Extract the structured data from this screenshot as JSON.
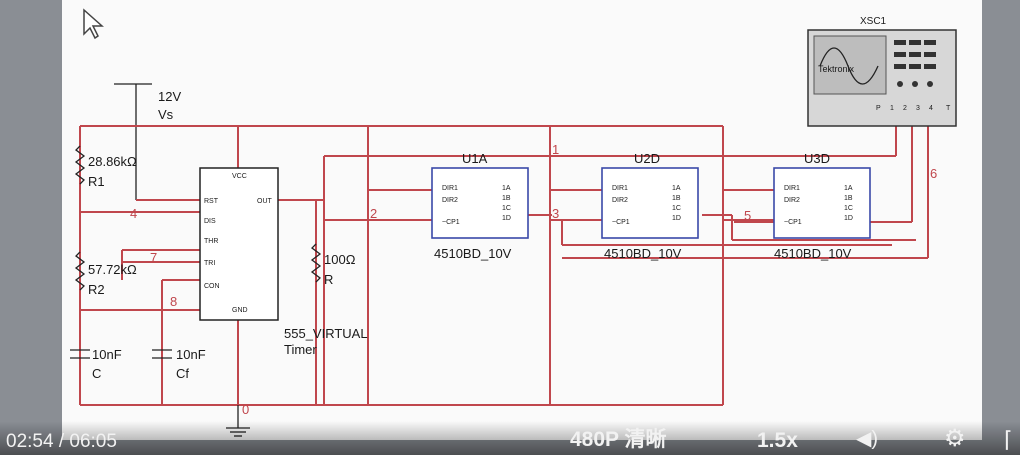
{
  "player": {
    "time_current": "02:54",
    "time_separator": "/",
    "time_total": "06:05",
    "quality": "480P 清晰",
    "speed": "1.5x"
  },
  "schematic": {
    "supply_value": "12V",
    "supply_name": "Vs",
    "r1_value": "28.86kΩ",
    "r1_name": "R1",
    "r2_value": "57.72kΩ",
    "r2_name": "R2",
    "r_value": "100Ω",
    "r_name": "R",
    "c_value": "10nF",
    "c_name": "C",
    "cf_value": "10nF",
    "cf_name": "Cf",
    "timer_name": "555_VIRTUAL",
    "timer_sub": "Timer",
    "timer_pins": {
      "vcc": "VCC",
      "rst": "RST",
      "dis": "DIS",
      "thr": "THR",
      "tri": "TRI",
      "con": "CON",
      "out": "OUT",
      "gnd": "GND"
    },
    "counters": [
      {
        "ref": "U1A",
        "part": "4510BD_10V"
      },
      {
        "ref": "U2D",
        "part": "4510BD_10V"
      },
      {
        "ref": "U3D",
        "part": "4510BD_10V"
      }
    ],
    "counter_pins": {
      "left": [
        "DIR1",
        "DIR2",
        "~CP1"
      ],
      "right": [
        "1A",
        "1B",
        "1C",
        "1D"
      ]
    },
    "net_labels": [
      "1",
      "2",
      "3",
      "4",
      "5",
      "6",
      "7",
      "8",
      "0"
    ],
    "scope": {
      "ref": "XSC1",
      "brand": "Tektronix",
      "channels": [
        "P",
        "1",
        "2",
        "3",
        "4",
        "T"
      ]
    }
  }
}
